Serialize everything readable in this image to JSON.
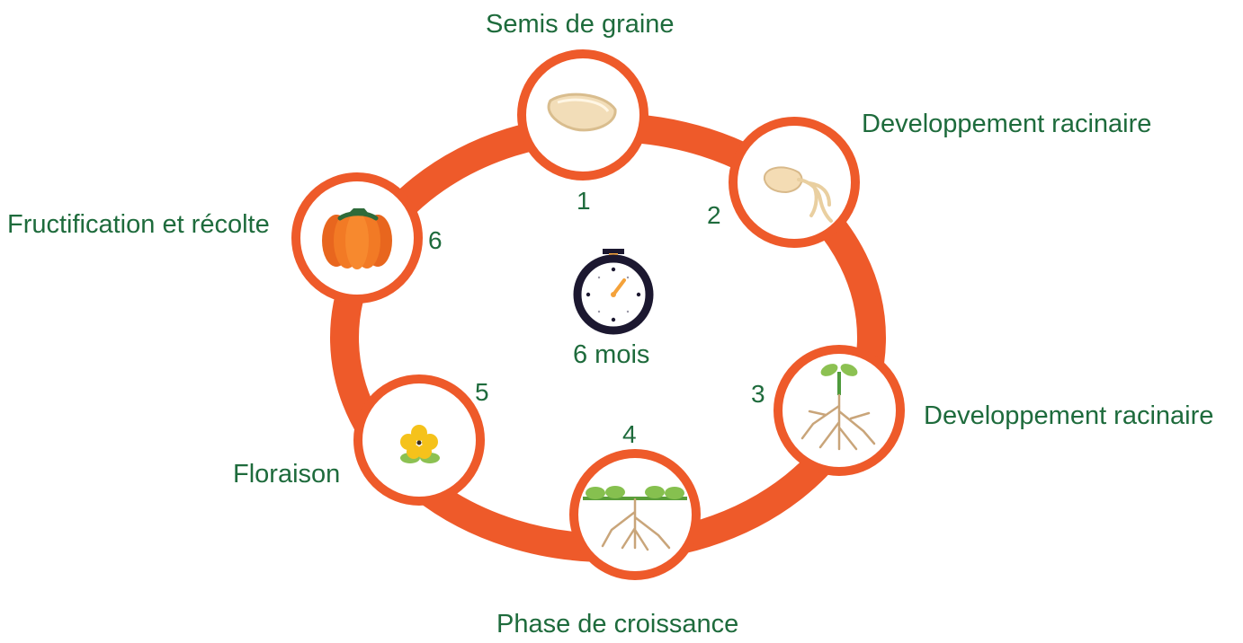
{
  "colors": {
    "ring": "#ee5a2a",
    "label_text": "#1e6b3c",
    "circle_fill": "#ffffff",
    "timer_frame": "#1c1830",
    "timer_accent": "#f4a23a"
  },
  "center": {
    "icon": "stopwatch-icon",
    "duration": "6 mois"
  },
  "stages": [
    {
      "number": "1",
      "label": "Semis de graine",
      "icon": "seed-icon"
    },
    {
      "number": "2",
      "label": "Developpement racinaire",
      "icon": "sprouting-seed-icon"
    },
    {
      "number": "3",
      "label": "Developpement racinaire",
      "icon": "seedling-roots-icon"
    },
    {
      "number": "4",
      "label": "Phase de croissance",
      "icon": "growing-vine-icon"
    },
    {
      "number": "5",
      "label": "Floraison",
      "icon": "flower-icon"
    },
    {
      "number": "6",
      "label": "Fructification et récolte",
      "icon": "pumpkin-icon"
    }
  ]
}
